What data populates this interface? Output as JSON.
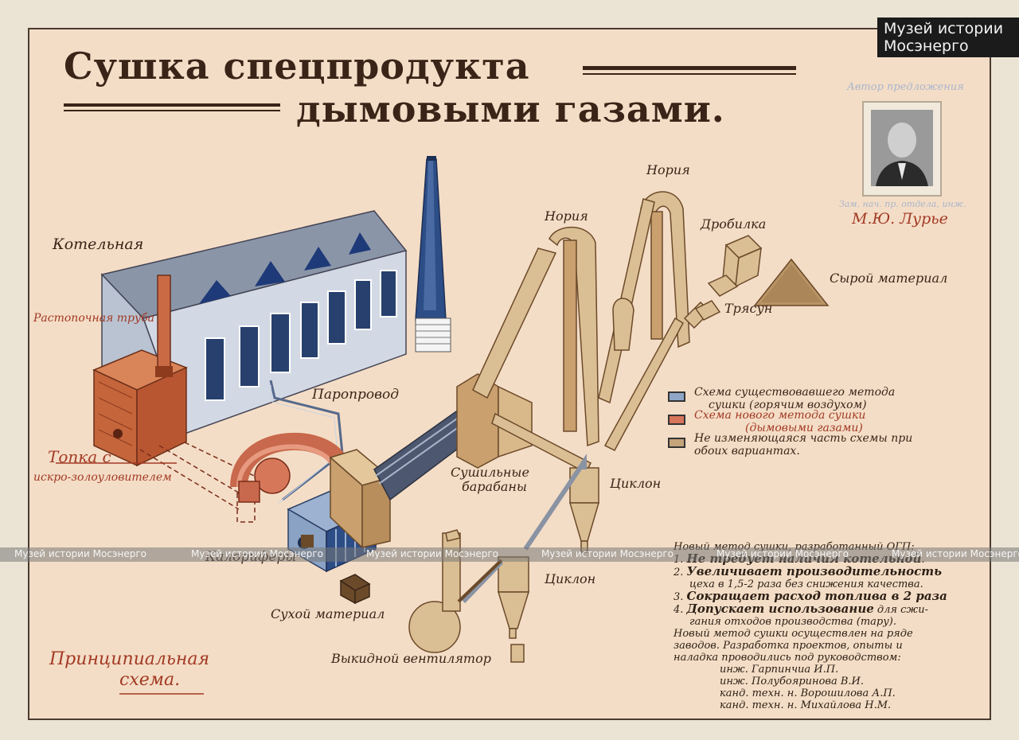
{
  "title": {
    "line1": "Сушка спецпродукта",
    "line2": "дымовыми газами."
  },
  "watermark": {
    "line1": "Музей истории",
    "line2": "Мосэнерго",
    "strip": "Музей истории Мосэнерго"
  },
  "author": {
    "caption": "Автор предложения",
    "caption_under": "Зам. нач. пр. отдела, инж.",
    "name": "М.Ю. Лурье"
  },
  "labels": {
    "kotelnaya": "Котельная",
    "rastopochnaya": "Растопочная труба",
    "topka": "Топка с",
    "topka2": "искро-золоуловителем",
    "paroprovod": "Паропровод",
    "kaloriferi": "Калориферы",
    "nor1": "Нория",
    "nor2": "Нория",
    "drobilka": "Дробилка",
    "tryasun": "Трясун",
    "syroy": "Сырой материал",
    "barabany1": "Сушильные",
    "barabany2": "барабаны",
    "ciklon1": "Циклон",
    "ciklon2": "Циклон",
    "suhoy": "Сухой материал",
    "ventilyator": "Выкидной вентилятор",
    "principal1": "Принципиальная",
    "principal2": "схема."
  },
  "legend": [
    {
      "line1": "Схема существовавшего метода",
      "line2": "сушки (горячим воздухом)",
      "color": "#8fa6c8"
    },
    {
      "line1": "Схема нового метода сушки",
      "line2": "(дымовыми газами)",
      "color": "#d7755b"
    },
    {
      "line1": "Не изменяющаяся часть схемы при",
      "line2": "обоих вариантах.",
      "color": "#c4a47a"
    }
  ],
  "notes": {
    "intro": "Новый метод сушки, разработанный ОГП:",
    "items": [
      {
        "n": "1.",
        "bold": "Не требует наличия котельной",
        "rest": "."
      },
      {
        "n": "2.",
        "bold": "Увеличивает производительность",
        "rest": ""
      },
      {
        "n": "",
        "bold": "",
        "rest": "цеха в 1,5-2 раза без снижения качества."
      },
      {
        "n": "3.",
        "bold": "Сокращает расход топлива в 2 раза",
        "rest": ""
      },
      {
        "n": "4.",
        "bold": "Допускает использование",
        "rest": " для сжи-"
      },
      {
        "n": "",
        "bold": "",
        "rest": "гания отходов производства (тару)."
      }
    ],
    "para": [
      "Новый метод сушки осуществлен на ряде",
      "заводов. Разработка проектов, опыты и",
      "наладка проводились под руководством:"
    ],
    "names": [
      "инж. Гарпинчиа И.П.",
      "инж. Полубояринова В.И.",
      "канд. техн. н. Ворошилова А.П.",
      "канд. техн. н. Михайлова Н.М."
    ]
  }
}
